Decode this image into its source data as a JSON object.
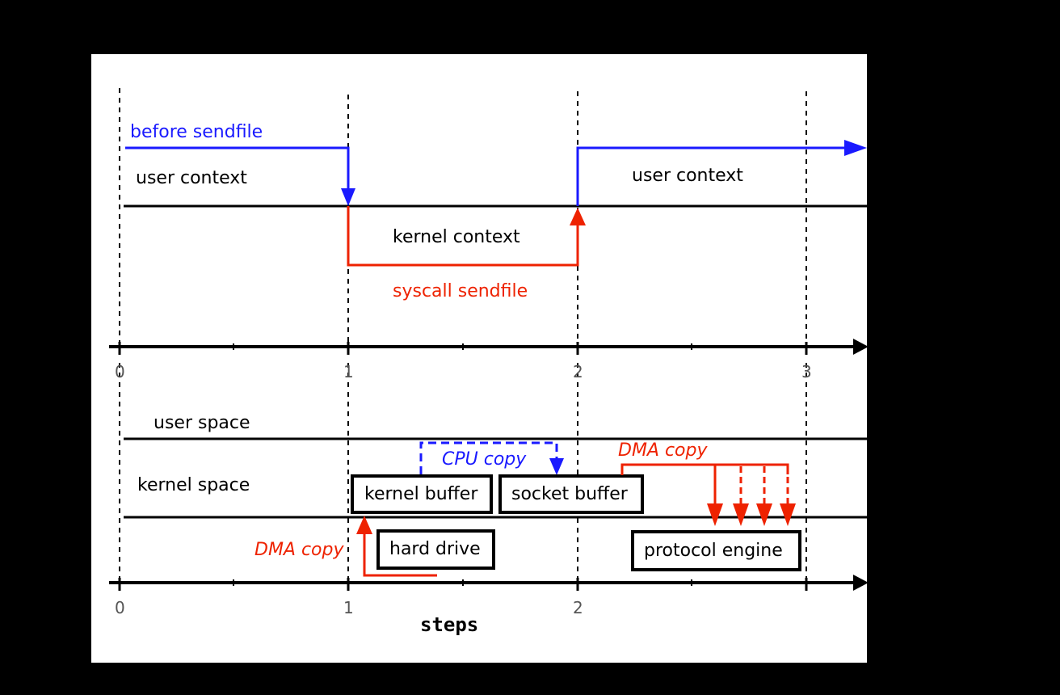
{
  "colors": {
    "blue": "#1a1aff",
    "red": "#ee2200",
    "black": "#000000"
  },
  "top_panel": {
    "before_sendfile": "before sendfile",
    "user_context_left": "user context",
    "user_context_right": "user context",
    "kernel_context": "kernel context",
    "syscall_sendfile": "syscall sendfile",
    "ticks": [
      "0",
      "1",
      "2",
      "3"
    ]
  },
  "bottom_panel": {
    "user_space": "user space",
    "kernel_space": "kernel space",
    "cpu_copy": "CPU copy",
    "dma_copy_right": "DMA copy",
    "dma_copy_left": "DMA copy",
    "kernel_buffer": "kernel buffer",
    "socket_buffer": "socket buffer",
    "hard_drive": "hard drive",
    "protocol_engine": "protocol engine",
    "ticks": [
      "0",
      "1",
      "2"
    ],
    "axis_label": "steps"
  }
}
